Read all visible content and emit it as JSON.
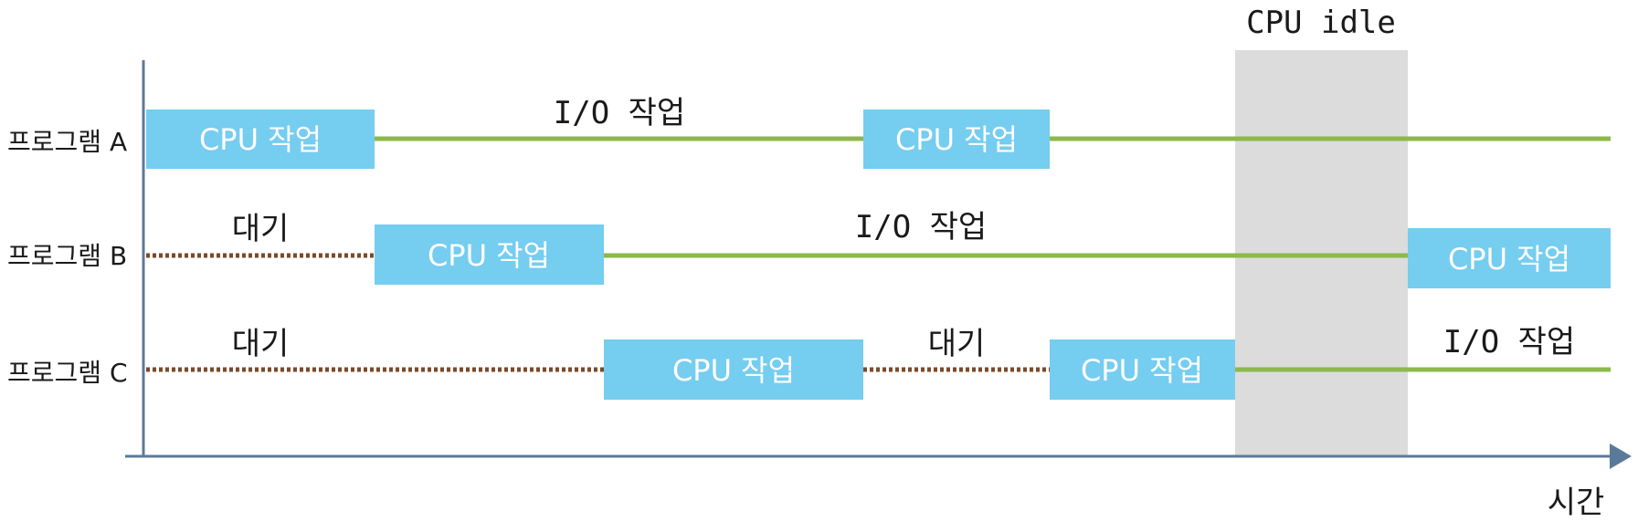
{
  "programs": [
    {
      "label": "프로그램 A"
    },
    {
      "label": "프로그램 B"
    },
    {
      "label": "프로그램 C"
    }
  ],
  "labels": {
    "cpu_work": "CPU 작업",
    "io_work": "I/O 작업",
    "waiting": "대기",
    "cpu_idle": "CPU idle",
    "time_axis": "시간"
  },
  "colors": {
    "cpu_block": "#75cdf0",
    "io_line": "#8db84a",
    "wait_line": "#7a4a2a",
    "idle_band": "#dcdcdc",
    "axis": "#5b7a9b",
    "text": "#1a1a1a",
    "block_text": "#ffffff"
  }
}
